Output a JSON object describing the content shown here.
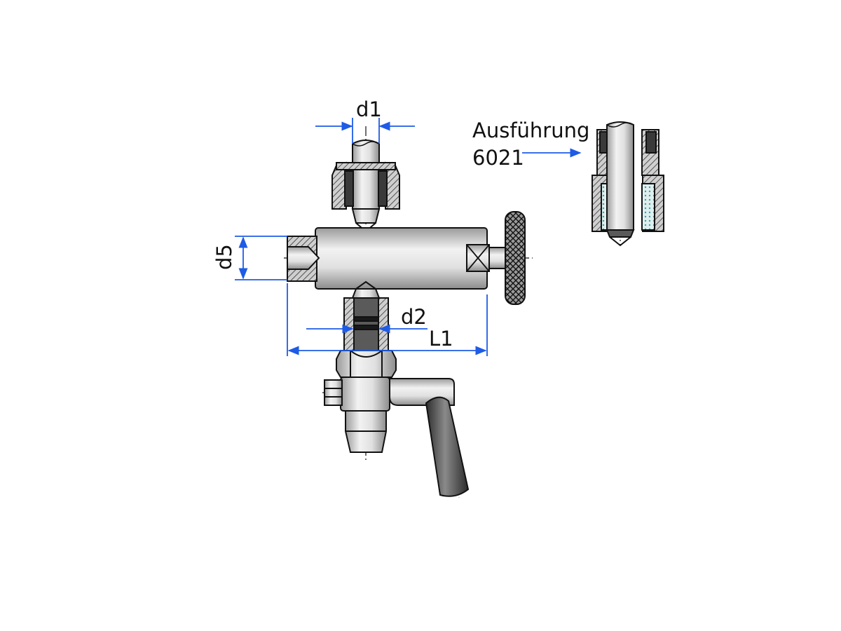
{
  "colors": {
    "dimension": "#1e5be6",
    "outline": "#111111",
    "steel_light": "#e6e6e6",
    "steel_mid": "#b9b9b9",
    "steel_dark": "#7c7c7c",
    "rubber": "#4a4a4a",
    "seal_teal": "#2fa3a3"
  },
  "labels": {
    "d1": "d1",
    "d2": "d2",
    "d5": "d5",
    "l1": "L1",
    "variant_title": "Ausführung",
    "variant_number": "6021"
  }
}
